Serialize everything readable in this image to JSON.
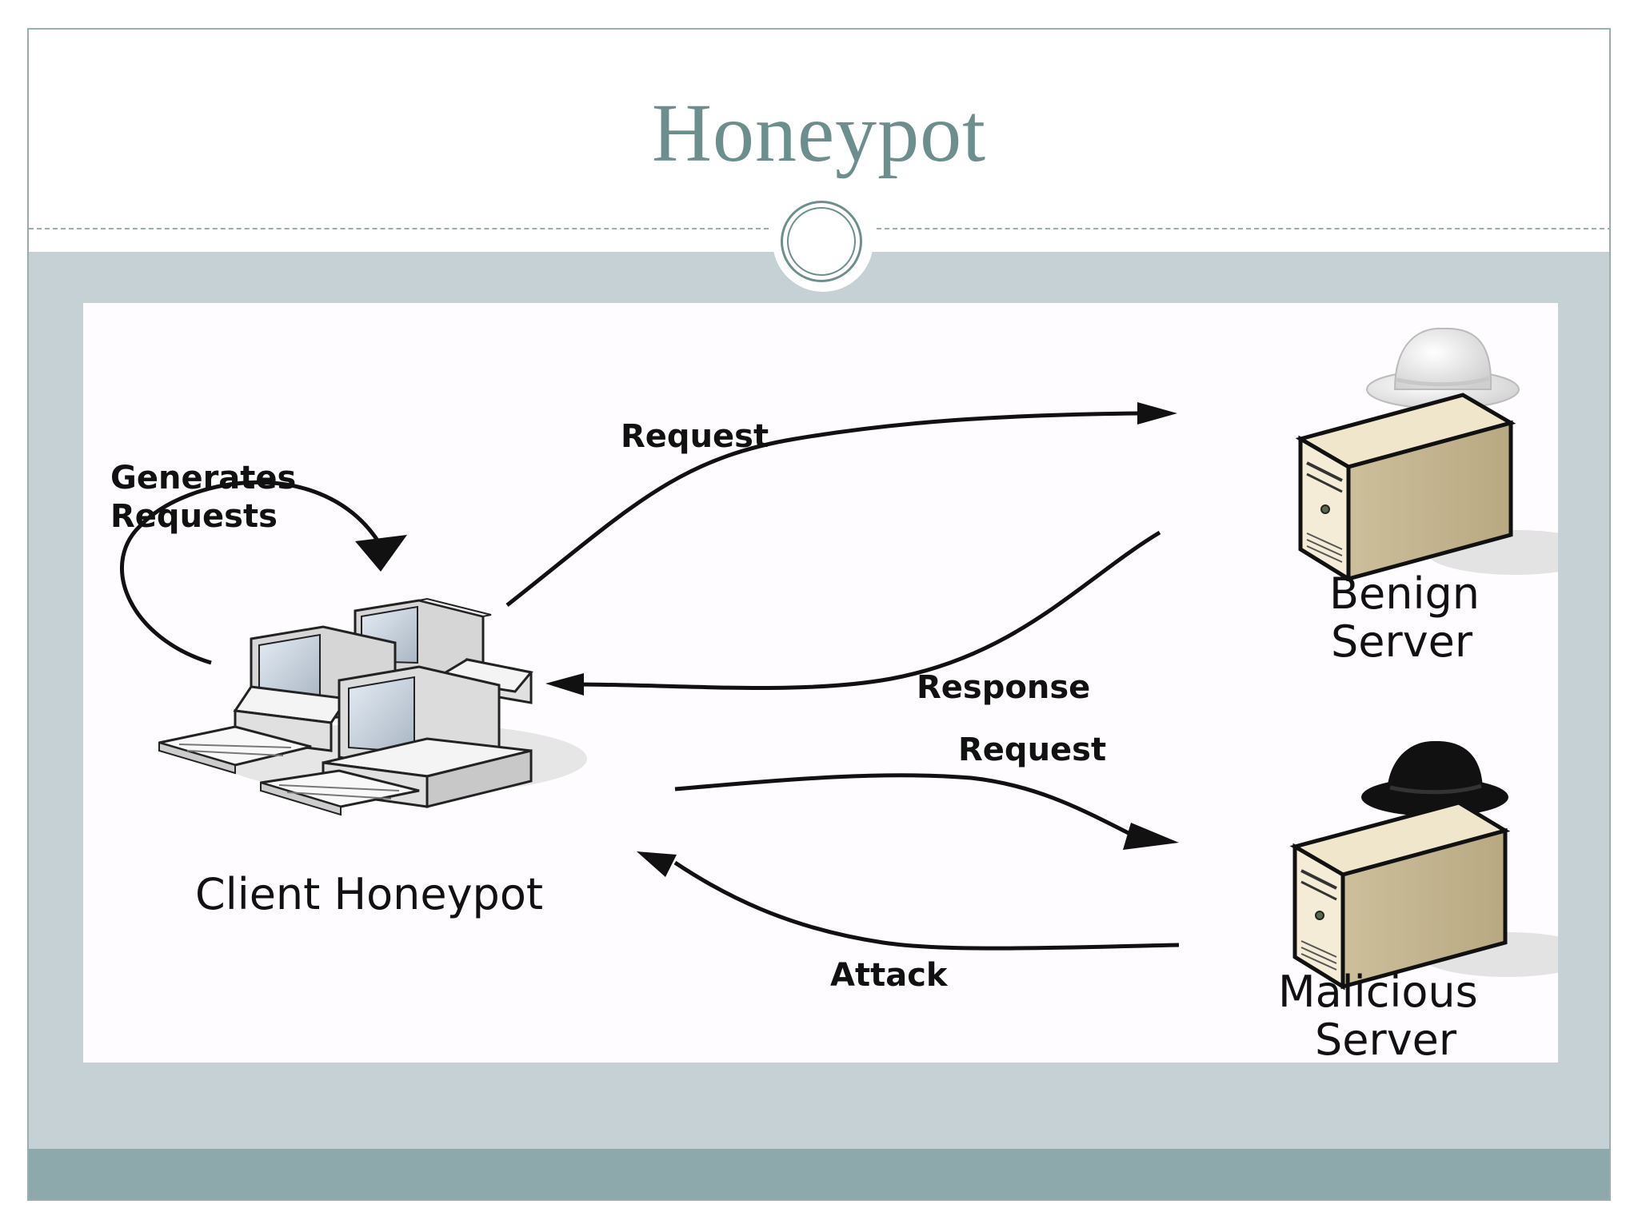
{
  "slide": {
    "title": "Honeypot"
  },
  "diagram": {
    "labels": {
      "generates_line1": "Generates",
      "generates_line2": "Requests",
      "request_top": "Request",
      "response": "Response",
      "request_bottom": "Request",
      "attack": "Attack",
      "client_honeypot": "Client Honeypot",
      "benign_line1": "Benign",
      "benign_line2": "Server",
      "malicious_line1": "Malicious",
      "malicious_line2": "Server"
    },
    "icons": {
      "client": "client-computers-icon",
      "benign_server": "server-tower-icon",
      "benign_hat": "white-hat-icon",
      "malicious_server": "server-tower-icon",
      "malicious_hat": "black-hat-icon"
    },
    "colors": {
      "title": "#6c8e8d",
      "band": "#c5d1d4",
      "footer": "#8ea9ac",
      "server_body": "#ddd3b8",
      "hat_white": "#e8e8e8",
      "hat_black": "#111111"
    }
  }
}
